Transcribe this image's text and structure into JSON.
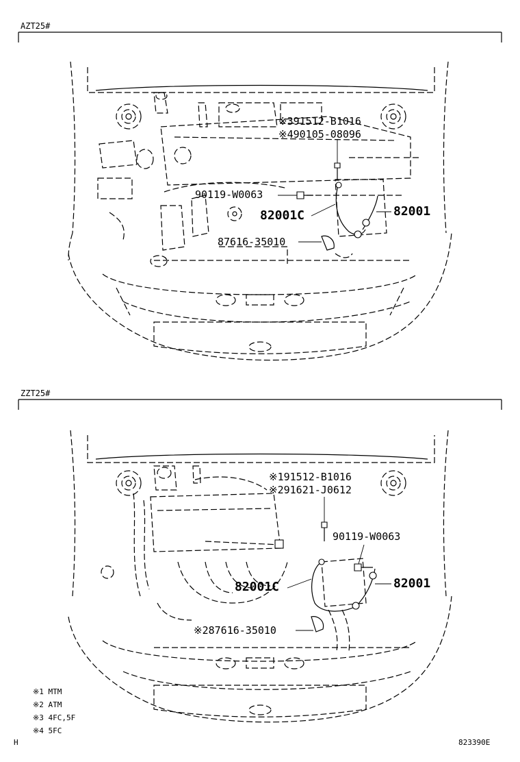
{
  "sections": [
    {
      "model": "AZT25#",
      "callouts": [
        {
          "marker": "※3",
          "part": "91512-B1016"
        },
        {
          "marker": "※4",
          "part": "90105-08096"
        },
        {
          "marker": "",
          "part": "90119-W0063"
        },
        {
          "marker": "",
          "part": "82001C"
        },
        {
          "marker": "",
          "part": "82001"
        },
        {
          "marker": "",
          "part": "87616-35010"
        }
      ]
    },
    {
      "model": "ZZT25#",
      "callouts": [
        {
          "marker": "※1",
          "part": "91512-B1016"
        },
        {
          "marker": "※2",
          "part": "91621-J0612"
        },
        {
          "marker": "",
          "part": "90119-W0063"
        },
        {
          "marker": "",
          "part": "82001C"
        },
        {
          "marker": "",
          "part": "82001"
        },
        {
          "marker": "※2",
          "part": "87616-35010"
        }
      ]
    }
  ],
  "legend": [
    {
      "marker": "※1",
      "text": "MTM"
    },
    {
      "marker": "※2",
      "text": "ATM"
    },
    {
      "marker": "※3",
      "text": "4FC,5F"
    },
    {
      "marker": "※4",
      "text": "5FC"
    }
  ],
  "footer": {
    "left": "H",
    "right": "823390E"
  }
}
